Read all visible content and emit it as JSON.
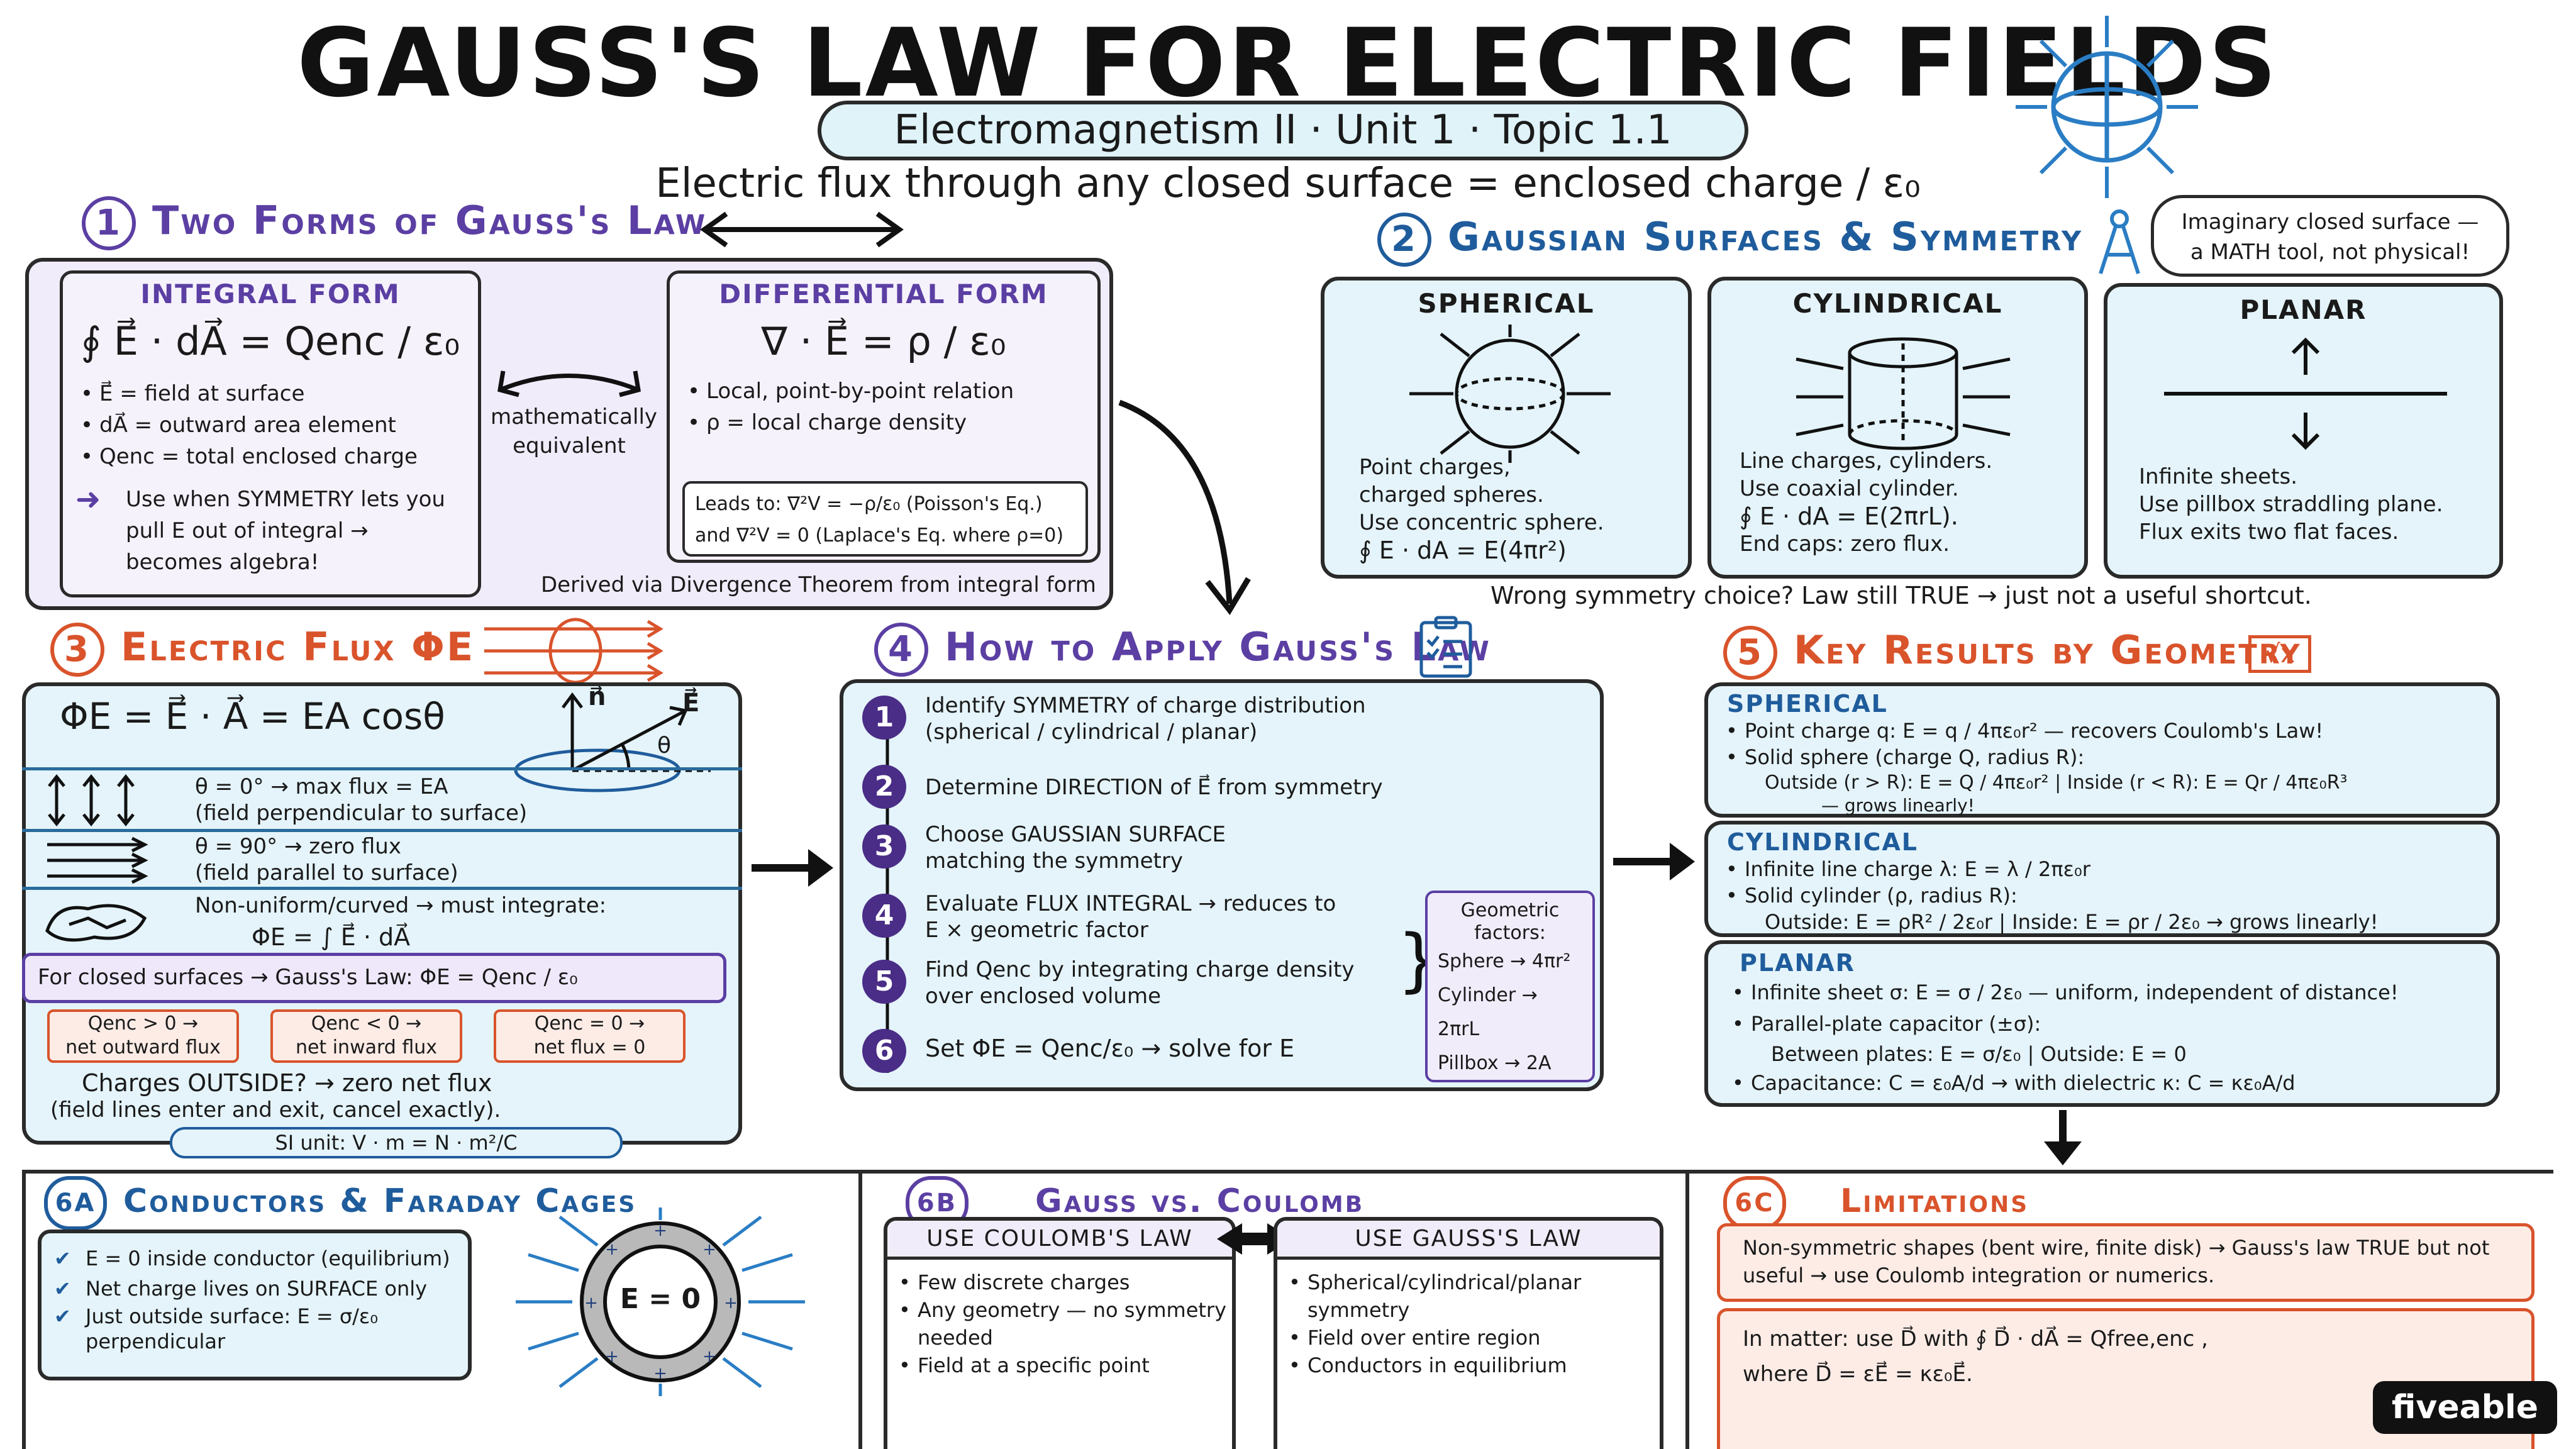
{
  "header": {
    "title": "GAUSS'S LAW FOR ELECTRIC FIELDS",
    "subtitle": "Electromagnetism II · Unit 1 · Topic 1.1",
    "tagline": "Electric flux through any closed surface = enclosed charge / ε₀"
  },
  "s1": {
    "num": "1",
    "title": "Two Forms of Gauss's Law",
    "integral": {
      "header": "INTEGRAL FORM",
      "equation": "∮ E⃗ · dA⃗ = Qenc / ε₀",
      "bullets": [
        "E⃗ = field at surface",
        "dA⃗ = outward area element",
        "Qenc = total enclosed charge"
      ],
      "note": "Use when SYMMETRY lets you pull E out of integral → becomes algebra!"
    },
    "equiv": "mathematically equivalent",
    "differential": {
      "header": "DIFFERENTIAL FORM",
      "equation": "∇ · E⃗ = ρ / ε₀",
      "bullets": [
        "Local, point-by-point relation",
        "ρ = local charge density"
      ],
      "leads1": "Leads to:  ∇²V = −ρ/ε₀  (Poisson's Eq.)",
      "leads2": "and  ∇²V = 0  (Laplace's Eq. where ρ=0)"
    },
    "derived": "Derived via Divergence Theorem from integral form"
  },
  "s2": {
    "num": "2",
    "title": "Gaussian Surfaces & Symmetry",
    "callout": "Imaginary closed surface — a MATH tool, not physical!",
    "cards": [
      {
        "title": "SPHERICAL",
        "lines": [
          "Point charges,",
          "charged spheres.",
          "Use concentric sphere.",
          "∮ E · dA = E(4πr²)"
        ]
      },
      {
        "title": "CYLINDRICAL",
        "lines": [
          "Line charges, cylinders.",
          "Use coaxial cylinder.",
          "∮ E · dA = E(2πrL).",
          "End caps: zero flux."
        ]
      },
      {
        "title": "PLANAR",
        "lines": [
          "Infinite sheets.",
          "Use pillbox straddling plane.",
          "Flux exits two flat faces."
        ]
      }
    ],
    "footer": "Wrong symmetry choice? Law still TRUE → just not a useful shortcut."
  },
  "s3": {
    "num": "3",
    "title": "Electric Flux ΦE",
    "equation": "ΦE = E⃗ · A⃗ = EA cosθ",
    "rows": [
      {
        "a": "θ = 0° → max flux = EA",
        "b": "(field perpendicular to surface)"
      },
      {
        "a": "θ = 90° → zero flux",
        "b": "(field parallel to surface)"
      },
      {
        "a": "Non-uniform/curved → must integrate:",
        "b": "ΦE = ∫ E⃗ · dA⃗"
      }
    ],
    "closed": "For closed surfaces → Gauss's Law:  ΦE = Qenc / ε₀",
    "cases": [
      {
        "a": "Qenc > 0 →",
        "b": "net outward flux"
      },
      {
        "a": "Qenc < 0 →",
        "b": "net inward flux"
      },
      {
        "a": "Qenc = 0 →",
        "b": "net flux = 0"
      }
    ],
    "outside1": "Charges OUTSIDE? → zero net flux",
    "outside2": "(field lines enter and exit, cancel exactly).",
    "si": "SI unit:  V · m = N · m²/C",
    "theta": "θ",
    "n": "n⃗",
    "e": "E⃗"
  },
  "s4": {
    "num": "4",
    "title": "How to Apply Gauss's Law",
    "steps": [
      {
        "n": "1",
        "a": "Identify SYMMETRY of charge distribution",
        "b": "(spherical / cylindrical / planar)"
      },
      {
        "n": "2",
        "a": "Determine DIRECTION of E⃗ from symmetry",
        "b": ""
      },
      {
        "n": "3",
        "a": "Choose GAUSSIAN SURFACE",
        "b": "matching the symmetry"
      },
      {
        "n": "4",
        "a": "Evaluate FLUX INTEGRAL → reduces to",
        "b": "E × geometric factor"
      },
      {
        "n": "5",
        "a": "Find Qenc by integrating charge density",
        "b": "over enclosed volume"
      },
      {
        "n": "6",
        "a": "Set ΦE = Qenc/ε₀ → solve for E",
        "b": ""
      }
    ],
    "geo_title": "Geometric factors:",
    "geo": [
      "Sphere → 4πr²",
      "Cylinder → 2πrL",
      "Pillbox → 2A"
    ]
  },
  "s5": {
    "num": "5",
    "title": "Key Results by Geometry",
    "spherical": {
      "header": "SPHERICAL",
      "l1": "Point charge q:  E = q / 4πε₀r²  — recovers Coulomb's Law!",
      "l2": "Solid sphere (charge Q, radius R):",
      "l3": "Outside (r > R): E = Q / 4πε₀r²  |  Inside (r < R): E = Qr / 4πε₀R³",
      "l4": "— grows linearly!"
    },
    "cylindrical": {
      "header": "CYLINDRICAL",
      "l1": "Infinite line charge λ:  E = λ / 2πε₀r",
      "l2": "Solid cylinder (ρ, radius R):",
      "l3": "Outside: E = ρR² / 2ε₀r  |  Inside: E = ρr / 2ε₀  → grows linearly!"
    },
    "planar": {
      "header": "PLANAR",
      "l1": "Infinite sheet σ:  E = σ / 2ε₀  — uniform, independent of distance!",
      "l2": "Parallel-plate capacitor (±σ):",
      "l3": "Between plates: E = σ/ε₀  |  Outside: E = 0",
      "l4": "Capacitance: C = ε₀A/d  → with dielectric κ:  C = κε₀A/d"
    }
  },
  "s6a": {
    "num": "6A",
    "title": "Conductors & Faraday Cages",
    "checks": [
      "E = 0 inside conductor (equilibrium)",
      "Net charge lives on SURFACE only",
      "Just outside surface: E = σ/ε₀ perpendicular"
    ],
    "e0": "E = 0"
  },
  "s6b": {
    "num": "6B",
    "title": "Gauss vs. Coulomb",
    "coulomb_hdr": "USE COULOMB'S LAW",
    "coulomb": [
      "Few discrete charges",
      "Any geometry — no symmetry needed",
      "Field at a specific point"
    ],
    "gauss_hdr": "USE GAUSS'S LAW",
    "gauss": [
      "Spherical/cylindrical/planar symmetry",
      "Field over entire region",
      "Conductors in equilibrium"
    ]
  },
  "s6c": {
    "num": "6C",
    "title": "Limitations",
    "box1": "Non-symmetric shapes (bent wire, finite disk) → Gauss's law TRUE but not useful → use Coulomb integration or numerics.",
    "box2a": "In matter: use D⃗ with ∮ D⃗ · dA⃗ = Qfree,enc ,",
    "box2b": "where D⃗ = εE⃗ = κε₀E⃗."
  },
  "brand": "fiveable"
}
